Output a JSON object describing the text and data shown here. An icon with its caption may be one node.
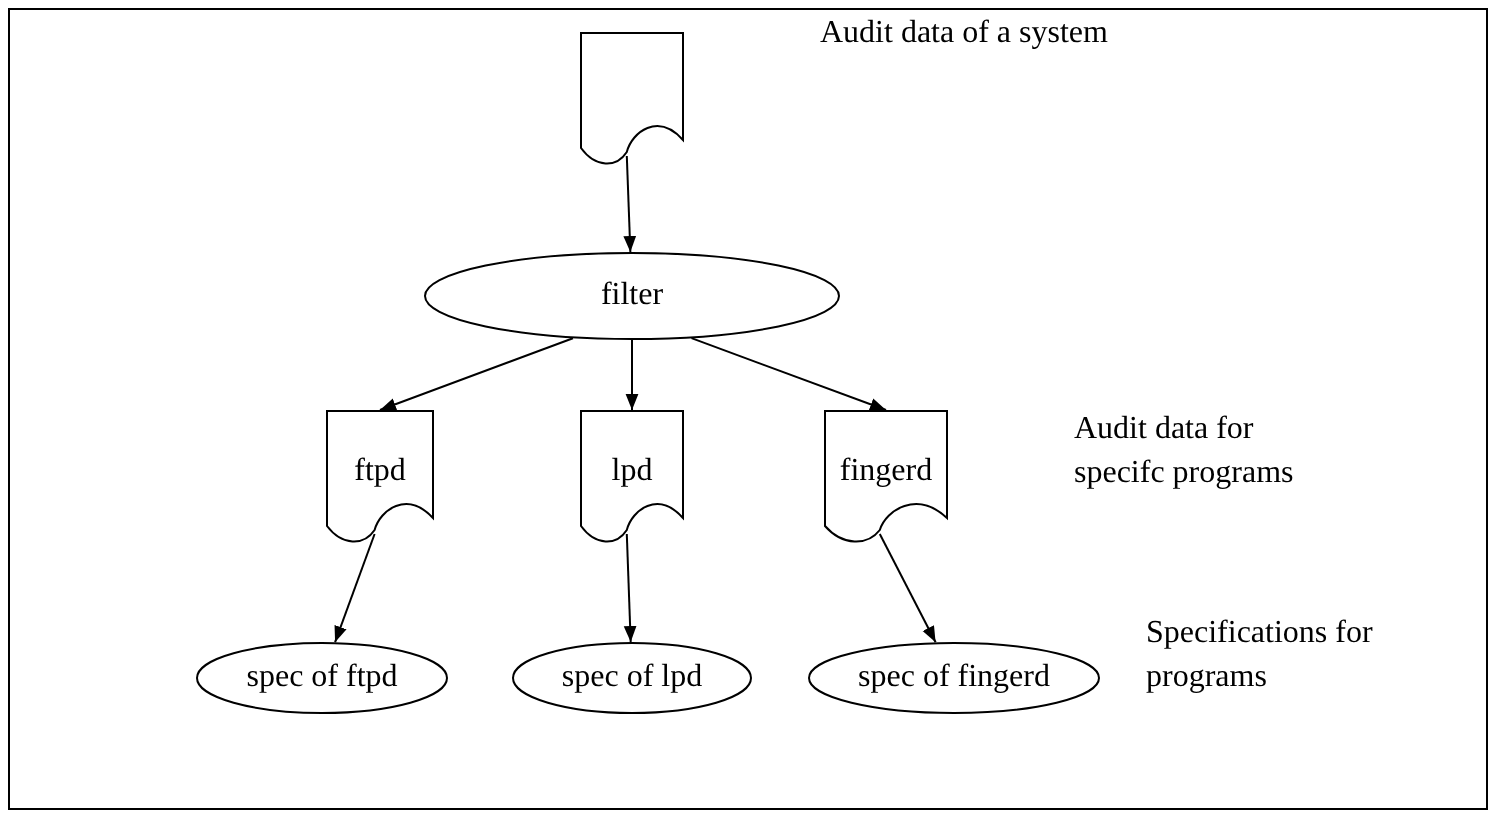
{
  "diagram": {
    "nodes": [
      {
        "text": [],
        "shape": "document"
      },
      {
        "text": [
          "filter"
        ]
      },
      {
        "text": [
          "ftpd"
        ]
      },
      {
        "text": [
          "lpd"
        ]
      },
      {
        "text": [
          "fingerd"
        ]
      },
      {
        "text": [
          "spec of ftpd"
        ]
      },
      {
        "text": [
          "spec of lpd"
        ]
      },
      {
        "text": [
          "spec of fingerd"
        ]
      }
    ],
    "edges": [
      {
        "from": 0,
        "to": 1,
        "arrow": "to"
      },
      {
        "from": 1,
        "to": 2,
        "arrow": "to"
      },
      {
        "from": 1,
        "to": 3,
        "arrow": "to"
      },
      {
        "from": 1,
        "to": 4,
        "arrow": "to"
      },
      {
        "from": 2,
        "to": 5,
        "arrow": "to"
      },
      {
        "from": 3,
        "to": 6,
        "arrow": "to"
      },
      {
        "from": 4,
        "to": 7,
        "arrow": "to"
      }
    ],
    "labels": [
      "Audit data of a system",
      "Audit data for specifc programs",
      "Specifications for programs"
    ]
  }
}
